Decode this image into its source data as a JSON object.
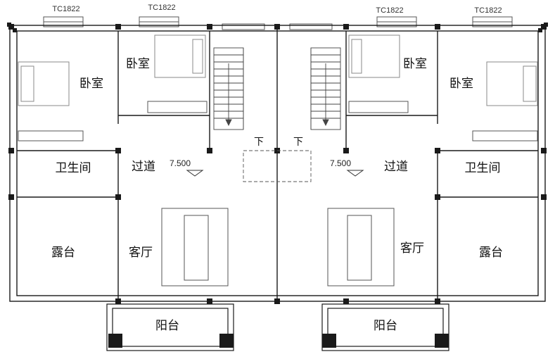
{
  "colors": {
    "wall": "#1a1a1a",
    "line": "#555555",
    "furniture": "#8a8a8a"
  },
  "windows": {
    "w1": "TC1822",
    "w2": "TC1822",
    "w3": "TC1822",
    "w4": "TC1822"
  },
  "rooms": {
    "bedroom_left_outer": "卧室",
    "bedroom_left_inner": "卧室",
    "bedroom_right_inner": "卧室",
    "bedroom_right_outer": "卧室",
    "bath_left": "卫生间",
    "bath_right": "卫生间",
    "corridor_left": "过道",
    "corridor_right": "过道",
    "terrace_left": "露台",
    "terrace_right": "露台",
    "living_left": "客厅",
    "living_right": "客厅",
    "balcony_left": "阳台",
    "balcony_right": "阳台"
  },
  "stairs": {
    "down_left": "下",
    "down_right": "下"
  },
  "elevations": {
    "left": "7.500",
    "right": "7.500"
  }
}
